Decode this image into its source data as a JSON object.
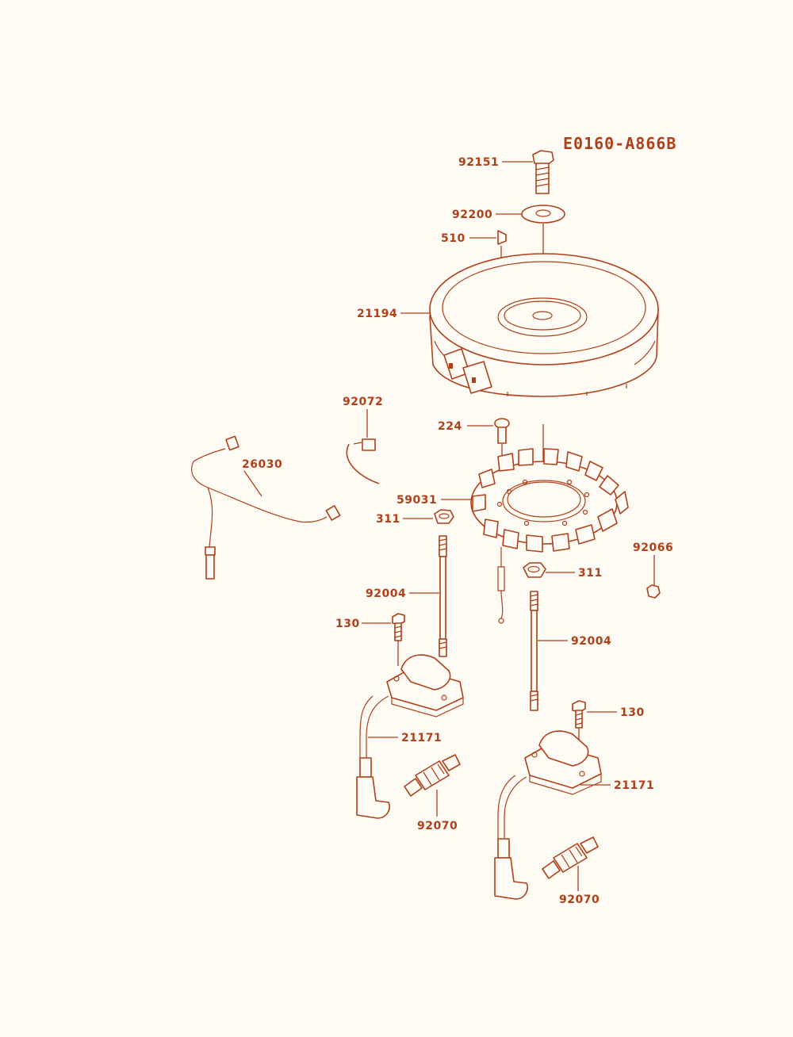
{
  "diagram_code": "E0160-A866B",
  "parts": {
    "p92151": "92151",
    "p92200": "92200",
    "p510": "510",
    "p21194": "21194",
    "p92072": "92072",
    "p224": "224",
    "p26030": "26030",
    "p59031": "59031",
    "p311a": "311",
    "p311b": "311",
    "p92066": "92066",
    "p92004a": "92004",
    "p92004b": "92004",
    "p130a": "130",
    "p130b": "130",
    "p21171a": "21171",
    "p21171b": "21171",
    "p92070a": "92070",
    "p92070b": "92070"
  },
  "colors": {
    "line": "#b0401a",
    "background": "#fdfbf4"
  }
}
